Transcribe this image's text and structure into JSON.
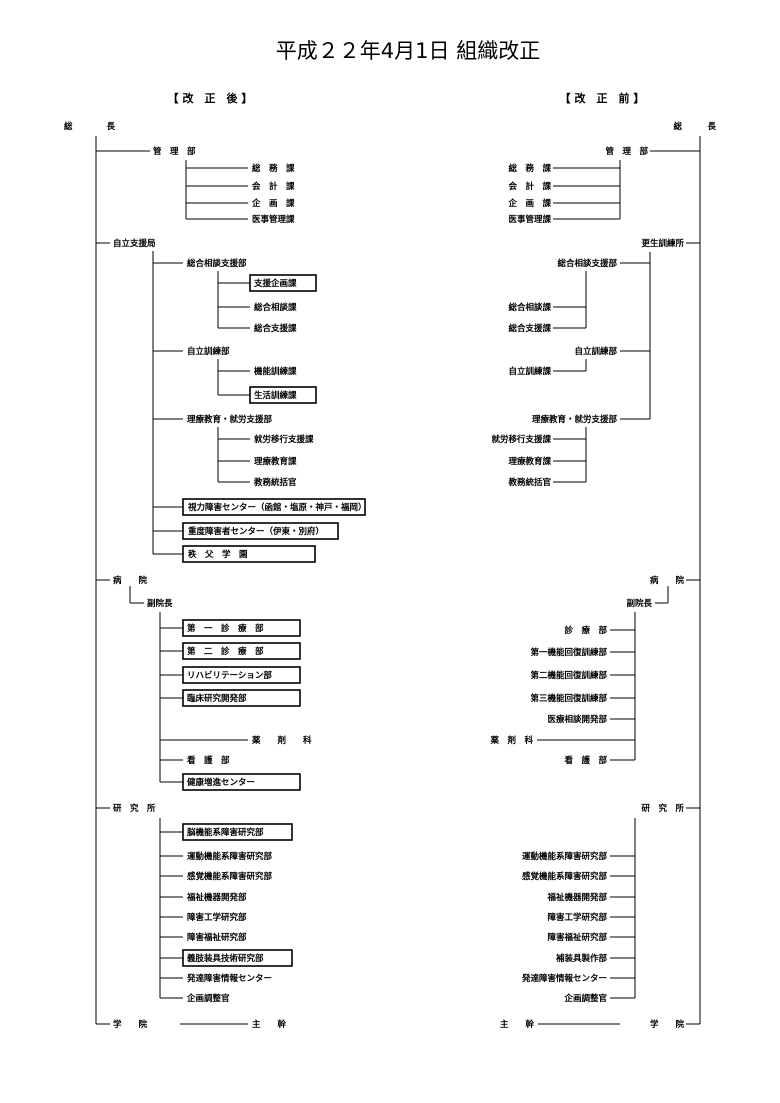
{
  "title": "平成２２年4月1日 組織改正",
  "after": {
    "header": "【 改　正　後 】",
    "top": "総　　　　長",
    "management": {
      "label": "管　理　部",
      "sections": [
        "総　務　課",
        "会　計　課",
        "企　画　課",
        "医事管理課"
      ]
    },
    "independence_bureau": {
      "label": "自立支援局",
      "departments": [
        {
          "label": "総合相談支援部",
          "sections": [
            "支援企画課",
            "総合相談課",
            "総合支援課"
          ],
          "boxed": [
            0
          ]
        },
        {
          "label": "自立訓練部",
          "sections": [
            "機能訓練課",
            "生活訓練課"
          ],
          "boxed": [
            1
          ]
        },
        {
          "label": "理療教育・就労支援部",
          "sections": [
            "就労移行支援課",
            "理療教育課",
            "教務統括官"
          ],
          "boxed": []
        }
      ],
      "centers": [
        "視力障害センター（函館・塩原・神戸・福岡）",
        "重度障害者センター（伊東・別府）",
        "秩　父　学　園"
      ]
    },
    "hospital": {
      "label": "病　　院",
      "deputy": "副院長",
      "departments": [
        "第　一　診　療　部",
        "第　二　診　療　部",
        "リハビリテーション部",
        "臨床研究開発部",
        "薬　　剤　　科",
        "看　護　部",
        "健康増進センター"
      ],
      "boxed": [
        0,
        1,
        2,
        3,
        6
      ]
    },
    "research": {
      "label": "研　究　所",
      "departments": [
        "脳機能系障害研究部",
        "運動機能系障害研究部",
        "感覚機能系障害研究部",
        "福祉機器開発部",
        "障害工学研究部",
        "障害福祉研究部",
        "義肢装具技術研究部",
        "発達障害情報センター",
        "企画調整官"
      ],
      "boxed": [
        0,
        6
      ]
    },
    "college": {
      "label": "学　　院",
      "sub": "主　　幹"
    }
  },
  "before": {
    "header": "【 改　正　前 】",
    "top": "総　　　長",
    "management": {
      "label": "管　理　部",
      "sections": [
        "総　務　課",
        "会　計　課",
        "企　画　課",
        "医事管理課"
      ]
    },
    "training_institute": {
      "label": "更生訓練所",
      "departments": [
        {
          "label": "総合相談支援部",
          "sections": [
            "総合相談課",
            "総合支援課"
          ]
        },
        {
          "label": "自立訓練部",
          "sections": [
            "自立訓練課"
          ]
        },
        {
          "label": "理療教育・就労支援部",
          "sections": [
            "就労移行支援課",
            "理療教育課",
            "教務統括官"
          ]
        }
      ]
    },
    "hospital": {
      "label": "病　　院",
      "deputy": "副院長",
      "departments": [
        "診　療　部",
        "第一機能回復訓練部",
        "第二機能回復訓練部",
        "第三機能回復訓練部",
        "医療相談開発部",
        "薬　剤　科",
        "看　護　部"
      ]
    },
    "research": {
      "label": "研　究　所",
      "departments": [
        "運動機能系障害研究部",
        "感覚機能系障害研究部",
        "福祉機器開発部",
        "障害工学研究部",
        "障害福祉研究部",
        "補装具製作部",
        "発達障害情報センター",
        "企画調整官"
      ]
    },
    "college": {
      "label": "学　　院",
      "sub": "主　　幹"
    }
  }
}
